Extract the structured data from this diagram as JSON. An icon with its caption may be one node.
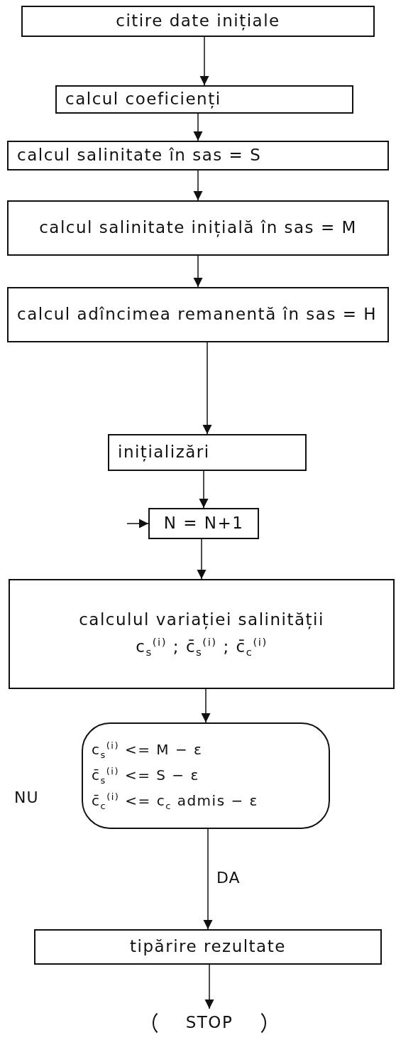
{
  "diagram": {
    "nodes": [
      {
        "text": [
          "citire date inițiale"
        ]
      },
      {
        "text": [
          "calcul coeficienți"
        ]
      },
      {
        "text": [
          "calcul salinitate în sas = S"
        ]
      },
      {
        "text": [
          "calcul salinitate inițială în sas = M"
        ]
      },
      {
        "text": [
          "calcul adîncimea remanentă în sas = H"
        ]
      },
      {
        "text": [
          "inițializări"
        ]
      },
      {
        "text": [
          "N = N+1"
        ]
      },
      {
        "text": [
          "calculul variației salinității",
          "c$_{s}$$^{(i)}$ ; c̄$_{s}$$^{(i)}$ ; c̄$_{c}$$^{(i)}$"
        ]
      },
      {
        "text": [
          "c$_{s}$$^{(i)}$ <= M − ε",
          "c̄$_{s}$$^{(i)}$ <= S − ε",
          "c̄$_{c}$$^{(i)}$ <= c$_{c}$ admis − ε"
        ]
      },
      {
        "text": [
          "tipărire rezultate"
        ]
      },
      {
        "text": [
          "STOP"
        ]
      }
    ],
    "edges": [
      {
        "from": 0,
        "to": 1,
        "arrow": "to"
      },
      {
        "from": 1,
        "to": 2,
        "arrow": "to"
      },
      {
        "from": 2,
        "to": 3,
        "arrow": "to"
      },
      {
        "from": 3,
        "to": 4,
        "arrow": "to"
      },
      {
        "from": 4,
        "to": 5,
        "arrow": "to"
      },
      {
        "from": 5,
        "to": 6,
        "arrow": "to"
      },
      {
        "from": null,
        "to": 6,
        "arrow": "to"
      },
      {
        "from": 6,
        "to": 7,
        "arrow": "to"
      },
      {
        "from": 7,
        "to": 8,
        "arrow": "to"
      },
      {
        "from": 8,
        "to": 9,
        "arrow": "to",
        "label": "DA"
      },
      {
        "from": 9,
        "to": 10,
        "arrow": "to"
      }
    ],
    "labels": [
      "NU"
    ]
  }
}
